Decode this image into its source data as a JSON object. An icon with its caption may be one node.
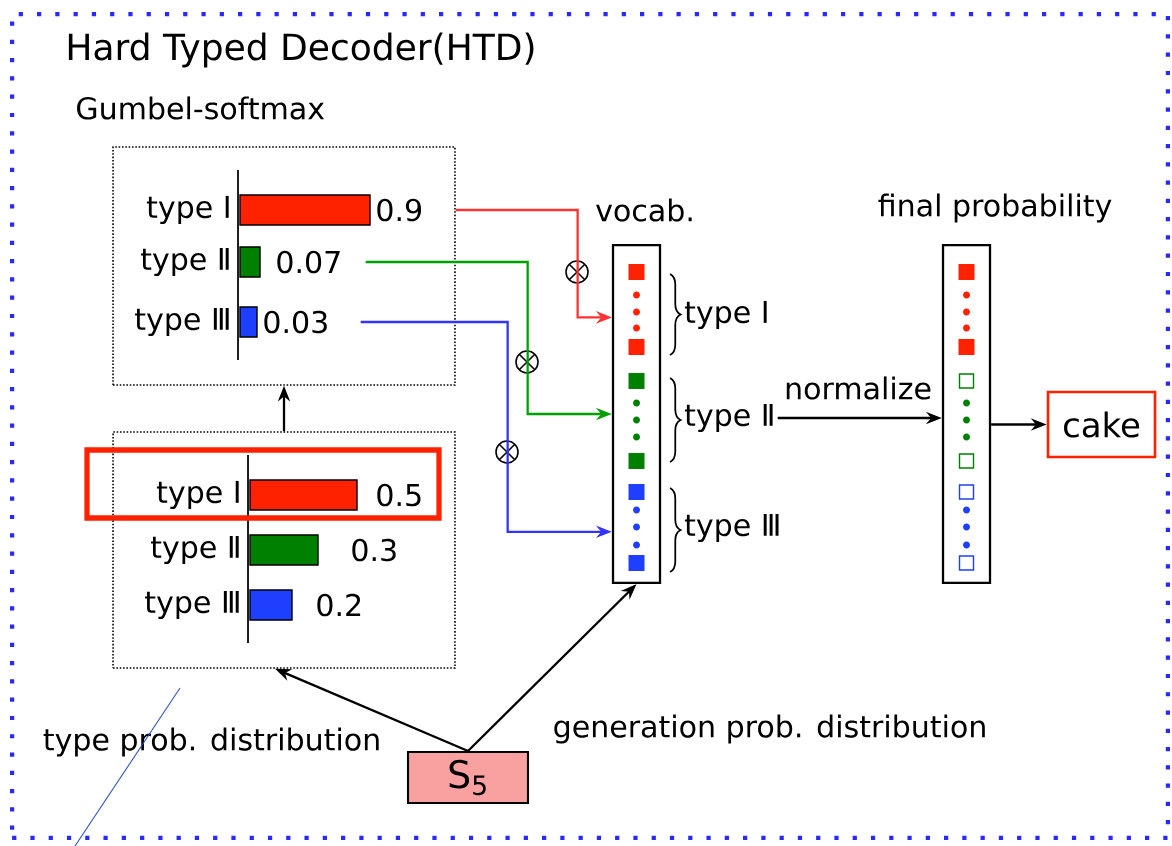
{
  "diagram": {
    "title": "Hard Typed Decoder(HTD)",
    "nodes": [
      {
        "text": [],
        "shape": "box"
      },
      {
        "text": [
          "Gumbel-softmax"
        ],
        "in": 0
      },
      {
        "text": [
          "type Ⅰ",
          "0.9"
        ],
        "in": 1
      },
      {
        "text": [
          "type Ⅱ",
          "0.07"
        ],
        "in": 1
      },
      {
        "text": [
          "type Ⅲ",
          "0.03"
        ],
        "in": 1
      },
      {
        "text": [
          "vocab."
        ],
        "in": 0
      },
      {
        "text": [
          "type Ⅰ"
        ],
        "in": 0
      },
      {
        "text": [
          "type Ⅱ"
        ],
        "in": 0
      },
      {
        "text": [
          "type Ⅲ"
        ],
        "in": 0
      },
      {
        "text": [
          "final probability"
        ],
        "in": 0
      },
      {
        "text": [
          "cake"
        ],
        "in": 0
      },
      {
        "text": [],
        "shape": "box",
        "in": 0
      },
      {
        "text": [
          "type Ⅰ",
          "0.5"
        ],
        "in": 11
      },
      {
        "text": [
          "type Ⅱ",
          "0.3"
        ],
        "in": 11
      },
      {
        "text": [
          "type Ⅲ",
          "0.2"
        ],
        "in": 11
      },
      {
        "text": [
          "S$_{5}$"
        ],
        "in": 0
      }
    ],
    "edges": [
      {
        "from": 2,
        "to": 5,
        "arrow": "to",
        "color": "#ff3333"
      },
      {
        "from": 3,
        "to": 5,
        "arrow": "to",
        "color": "#00a000"
      },
      {
        "from": 4,
        "to": 5,
        "arrow": "to",
        "color": "#3333ff"
      },
      {
        "from": 7,
        "to": 9,
        "arrow": "to",
        "label": "normalize"
      },
      {
        "from": 9,
        "to": 10,
        "arrow": "to"
      },
      {
        "from": 11,
        "to": 1,
        "arrow": "to"
      },
      {
        "from": 15,
        "to": 11,
        "arrow": "to",
        "label": "type prob. distribution"
      },
      {
        "from": 15,
        "to": 5,
        "arrow": "to",
        "label": "generation prob. distribution"
      }
    ]
  }
}
